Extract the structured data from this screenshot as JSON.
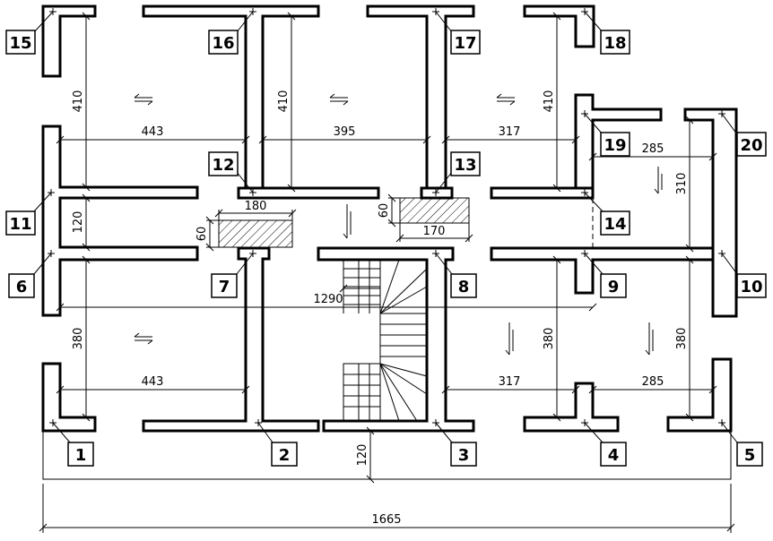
{
  "figure": {
    "colors": {
      "line": "#000000",
      "background": "#ffffff"
    },
    "axis_labels": [
      "1",
      "2",
      "3",
      "4",
      "5",
      "6",
      "7",
      "8",
      "9",
      "10",
      "11",
      "12",
      "13",
      "14",
      "15",
      "16",
      "17",
      "18",
      "19",
      "20"
    ],
    "dimensions": {
      "h443_top": "443",
      "h395": "395",
      "h317_top": "317",
      "h285_top": "285",
      "v410_left": "410",
      "v410_mid": "410",
      "v410_right": "410",
      "v120_left": "120",
      "h180": "180",
      "v60_left": "60",
      "v60_right": "60",
      "h170": "170",
      "v310": "310",
      "h1290": "1290",
      "v380_left": "380",
      "h443_bottom": "443",
      "v380_mid": "380",
      "h317_bottom": "317",
      "v380_right": "380",
      "h285_bottom": "285",
      "v120_bottom": "120",
      "h1665": "1665"
    },
    "icons": [
      "span-direction-arrow-icon",
      "stair-icon",
      "hatched-lintel-icon"
    ]
  }
}
